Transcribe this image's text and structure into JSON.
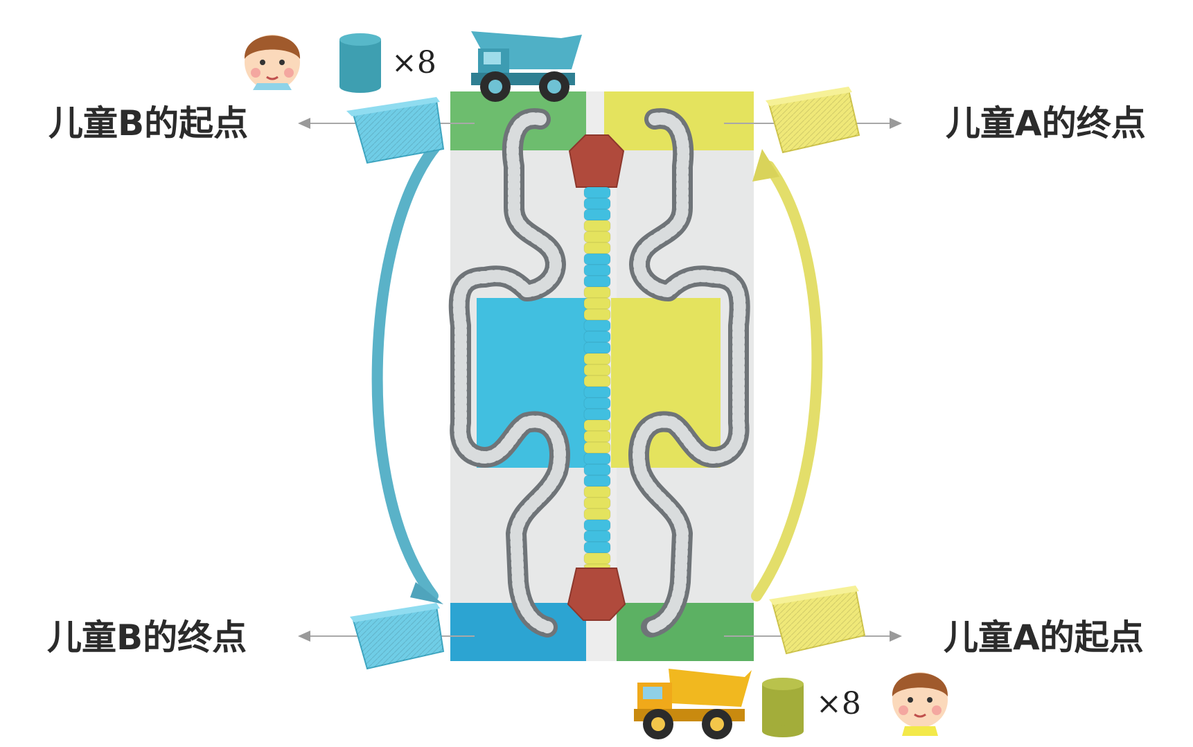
{
  "labels": {
    "b_start": "儿童B的起点",
    "a_end": "儿童A的终点",
    "b_end": "儿童B的终点",
    "a_start": "儿童A的起点"
  },
  "counts": {
    "top": "×8",
    "bottom": "×8"
  },
  "colors": {
    "green": "#6dbd6e",
    "yellow": "#e4e35e",
    "blue": "#41bfe0",
    "deep_blue": "#2ca4d2",
    "truck_teal": "#4fb0c6",
    "truck_yellow": "#f1b81f",
    "basket_blue": "#6fcde6",
    "basket_yellow": "#efe878",
    "arrow_blue": "#5ab2c8",
    "arrow_yellow": "#e3de6a",
    "track_gray": "#7f8589",
    "bridge_red": "#b04a3c"
  }
}
